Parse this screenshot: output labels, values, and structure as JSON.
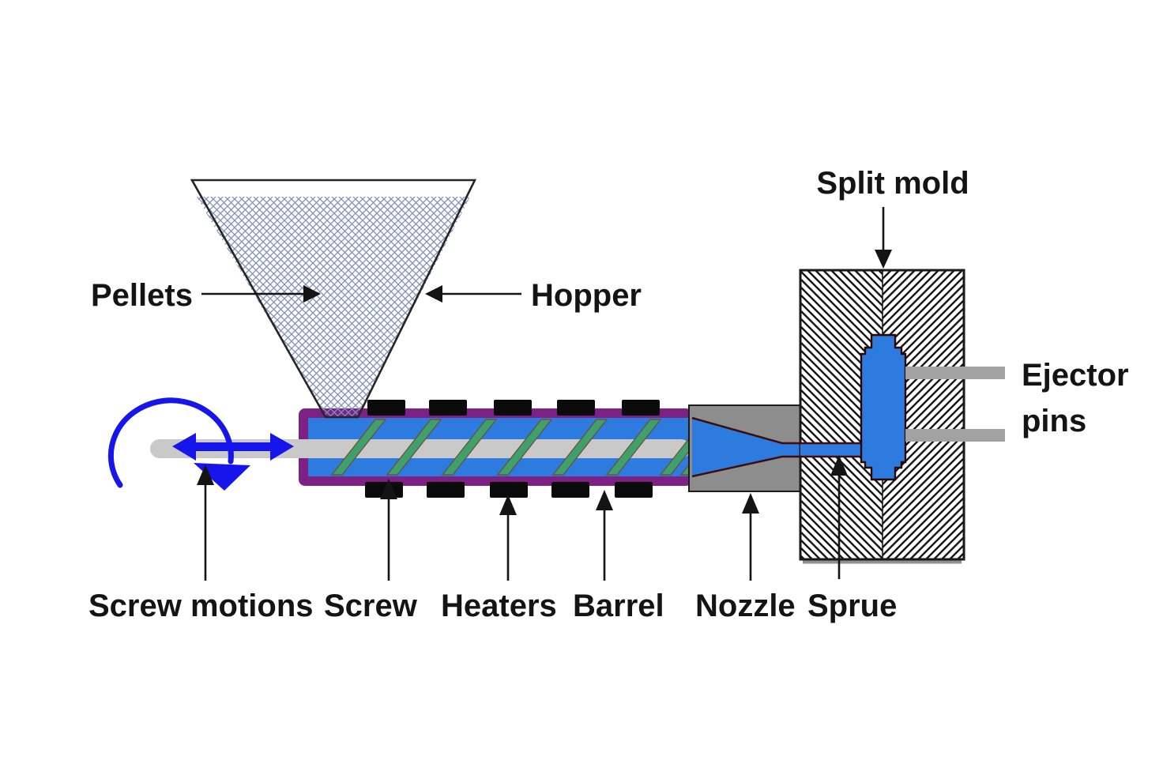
{
  "labels": {
    "pellets": "Pellets",
    "hopper": "Hopper",
    "split_mold": "Split mold",
    "ejector_line1": "Ejector",
    "ejector_line2": "pins",
    "screw_motions": "Screw motions",
    "screw": "Screw",
    "heaters": "Heaters",
    "barrel": "Barrel",
    "nozzle": "Nozzle",
    "sprue": "Sprue"
  },
  "colors": {
    "melt_blue": "#2E7BDF",
    "flight_green": "#3FA06B",
    "barrel_purple": "#7E2185",
    "shaft_gray": "#C9C9C9",
    "nozzle_gray": "#8D8D8D",
    "pin_gray": "#A2A2A2",
    "heater_black": "#0B0B0B",
    "motion_blue": "#1616EC",
    "hopper_net": "#7E90BA",
    "melt_edge": "#3D0D0D",
    "ink": "#141414"
  }
}
